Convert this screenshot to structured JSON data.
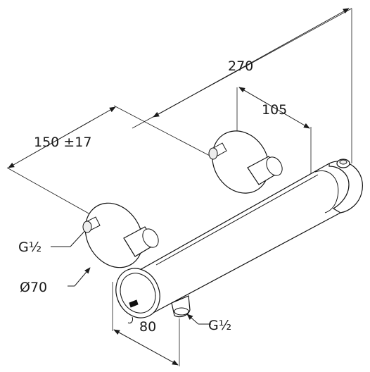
{
  "dimensions": {
    "total_length": "270",
    "offset": "105",
    "connection_spacing": "150 ±17",
    "depth": "80"
  },
  "callouts": {
    "inlet_thread": "G½",
    "escutcheon_diameter": "Ø70",
    "outlet_thread": "G½"
  }
}
